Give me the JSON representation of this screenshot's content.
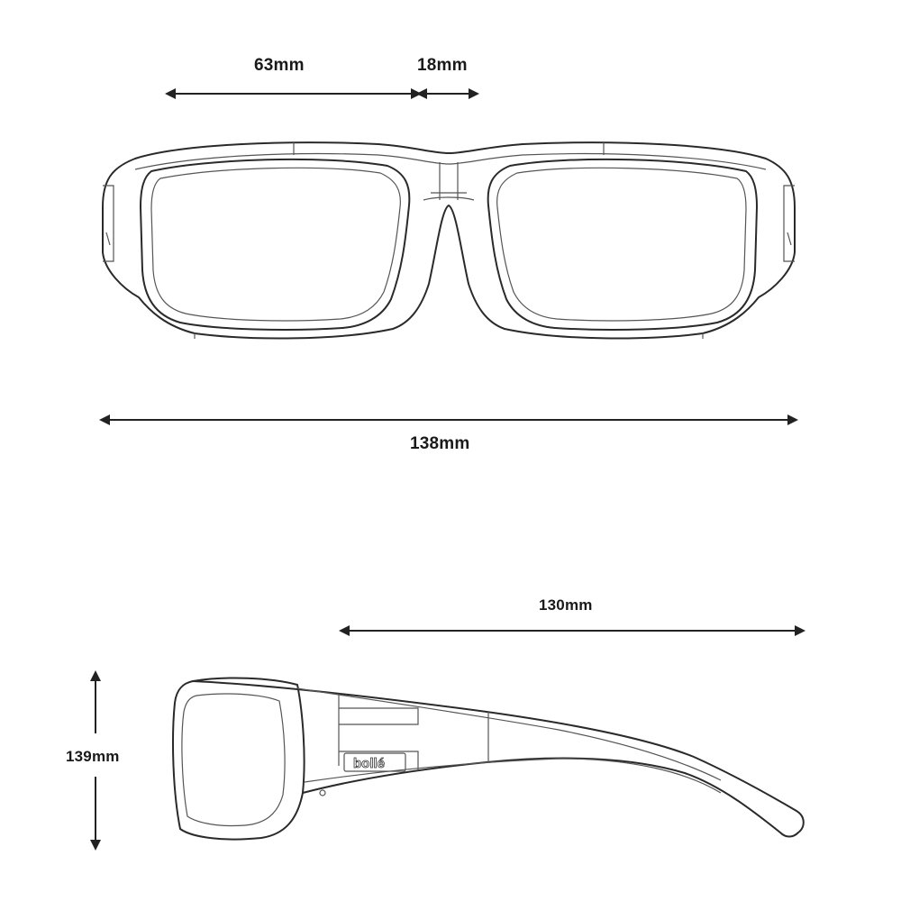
{
  "dimensions": {
    "lens_width": "63mm",
    "bridge_width": "18mm",
    "frame_width": "138mm",
    "temple_length": "130mm",
    "height": "139mm"
  },
  "logo": "bollé"
}
